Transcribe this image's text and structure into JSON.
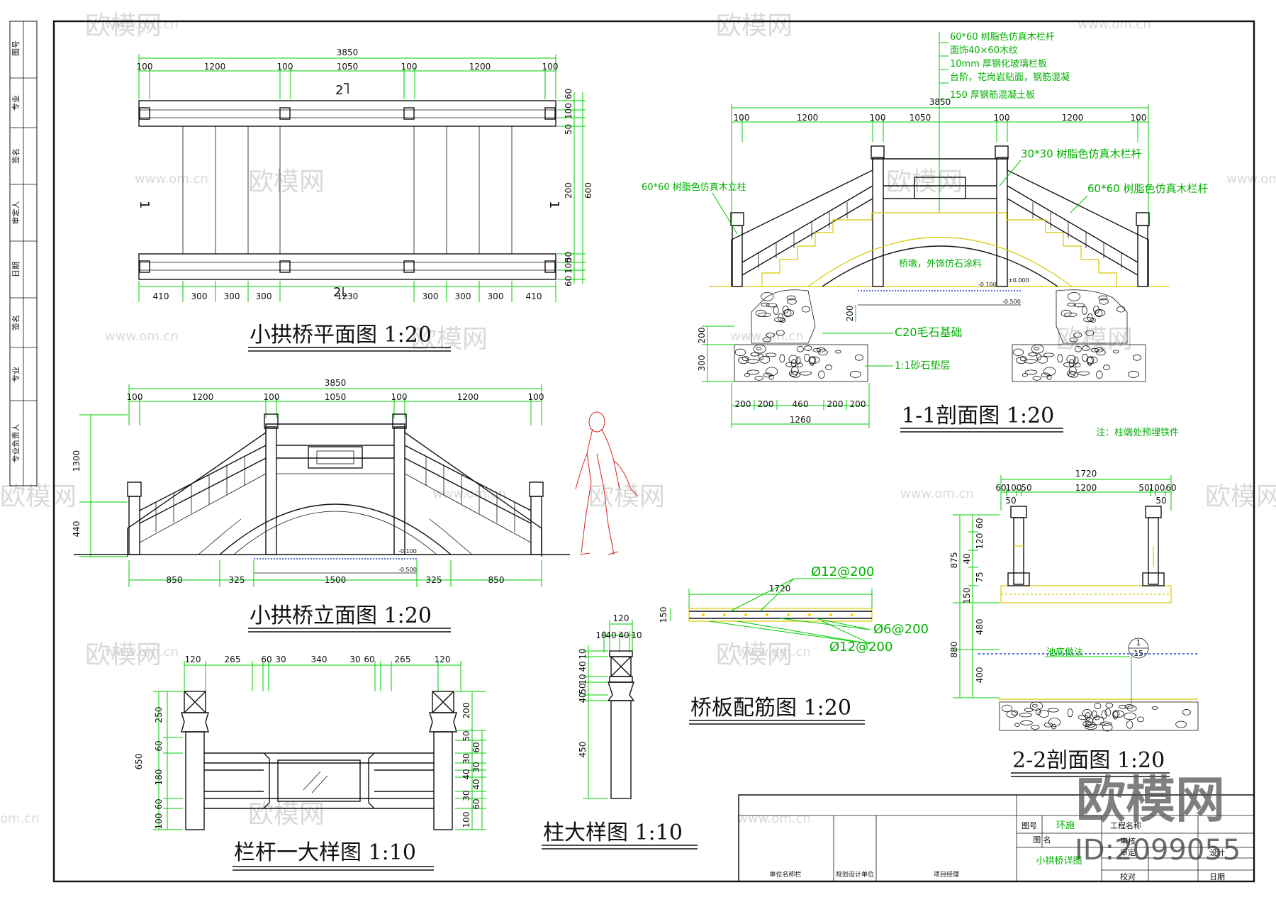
{
  "watermark": {
    "brand": "欧模网",
    "site": "www.om.cn",
    "site_cut": "om.cn",
    "id": "ID:2099055"
  },
  "left_strip": {
    "cells": [
      "图号",
      "专业",
      "签名",
      "审定人",
      "日期",
      "签名",
      "专业",
      "专业负责人"
    ]
  },
  "views": {
    "plan": {
      "title": "小拱桥平面图 1:20",
      "total": "3850",
      "top_dims": [
        "100",
        "1200",
        "100",
        "1050",
        "100",
        "1200",
        "100"
      ],
      "bottom_dims": [
        "410",
        "300",
        "300",
        "300",
        "1230",
        "300",
        "300",
        "300",
        "410"
      ],
      "right_dims": [
        "60",
        "100",
        "50",
        "200",
        "600",
        "50",
        "100",
        "60"
      ],
      "section_marks": [
        "1",
        "1",
        "2",
        "2"
      ]
    },
    "elevation": {
      "title": "小拱桥立面图 1:20",
      "total": "3850",
      "top_dims": [
        "100",
        "1200",
        "100",
        "1050",
        "100",
        "1200",
        "100"
      ],
      "left_dims": [
        "1300",
        "440"
      ],
      "bottom_dims": [
        "850",
        "325",
        "1500",
        "325",
        "850"
      ],
      "levels": [
        "-0.100",
        "-0.500"
      ]
    },
    "section_1": {
      "title": "1-1剖面图 1:20",
      "total": "3850",
      "top_dims": [
        "100",
        "1200",
        "100",
        "1050",
        "100",
        "1200",
        "100"
      ],
      "callouts": [
        "60*60 树脂色仿真木栏杆",
        "面饰40×60木纹",
        "10mm 厚钢化玻璃栏板",
        "台阶，花岗岩贴面，钢筋混凝",
        "150 厚钢筋混凝土板",
        "30*30 树脂色仿真木栏杆",
        "60*60 树脂色仿真木栏杆",
        "60*60 树脂色仿真木立柱",
        "桥墩，外饰仿石涂料",
        "C20毛石基础",
        "1:1砂石垫层",
        "注：柱端处预埋铁件"
      ],
      "levels": [
        "-0.100",
        "±0.000",
        "-0.500"
      ],
      "left_dims": [
        "200",
        "300"
      ],
      "mid_dim": "200",
      "bottom_dims": [
        "200",
        "200",
        "460",
        "200",
        "200"
      ],
      "bottom_total": "1260"
    },
    "section_2": {
      "title": "2-2剖面图 1:20",
      "total": "1720",
      "top_dims": [
        "60",
        "100",
        "50",
        "1200",
        "50",
        "100",
        "60"
      ],
      "small_dims": [
        "50",
        "50"
      ],
      "left_dims": [
        "875",
        "880"
      ],
      "left_small": [
        "60",
        "120",
        "40",
        "75",
        "150",
        "480",
        "400"
      ],
      "water_label": "池底做法",
      "detail_ref": [
        "1",
        "15"
      ]
    },
    "slab": {
      "title": "桥板配筋图 1:20",
      "width": "1720",
      "thickness": "150",
      "bars": [
        "Ø12@200",
        "Ø6@200",
        "Ø12@200"
      ]
    },
    "railing": {
      "title": "栏杆一大样图 1:10",
      "top_dims": [
        "120",
        "265",
        "60",
        "30",
        "340",
        "30",
        "60",
        "265",
        "120"
      ],
      "left_dims": [
        "650",
        "250",
        "60",
        "180",
        "60",
        "100"
      ],
      "right_dims": [
        "200",
        "50",
        "60",
        "30",
        "30",
        "40",
        "40",
        "30",
        "60",
        "100"
      ]
    },
    "column": {
      "title": "柱大样图 1:10",
      "top_dims": [
        "120",
        "10",
        "40",
        "40",
        "10"
      ],
      "side_dims": [
        "10",
        "40",
        "10",
        "50",
        "40",
        "450"
      ]
    }
  },
  "title_block": {
    "left_cells": [
      "单位名称栏",
      "规划设计单位",
      "项目经理"
    ],
    "project_label": "工程名称",
    "drawing_label": "图号",
    "drawing_value": "环施",
    "sheet_label": "图    名",
    "sheet_name": "小拱桥详图",
    "right_labels": [
      "审核",
      "审定",
      "设计",
      "校对",
      "日期"
    ]
  }
}
